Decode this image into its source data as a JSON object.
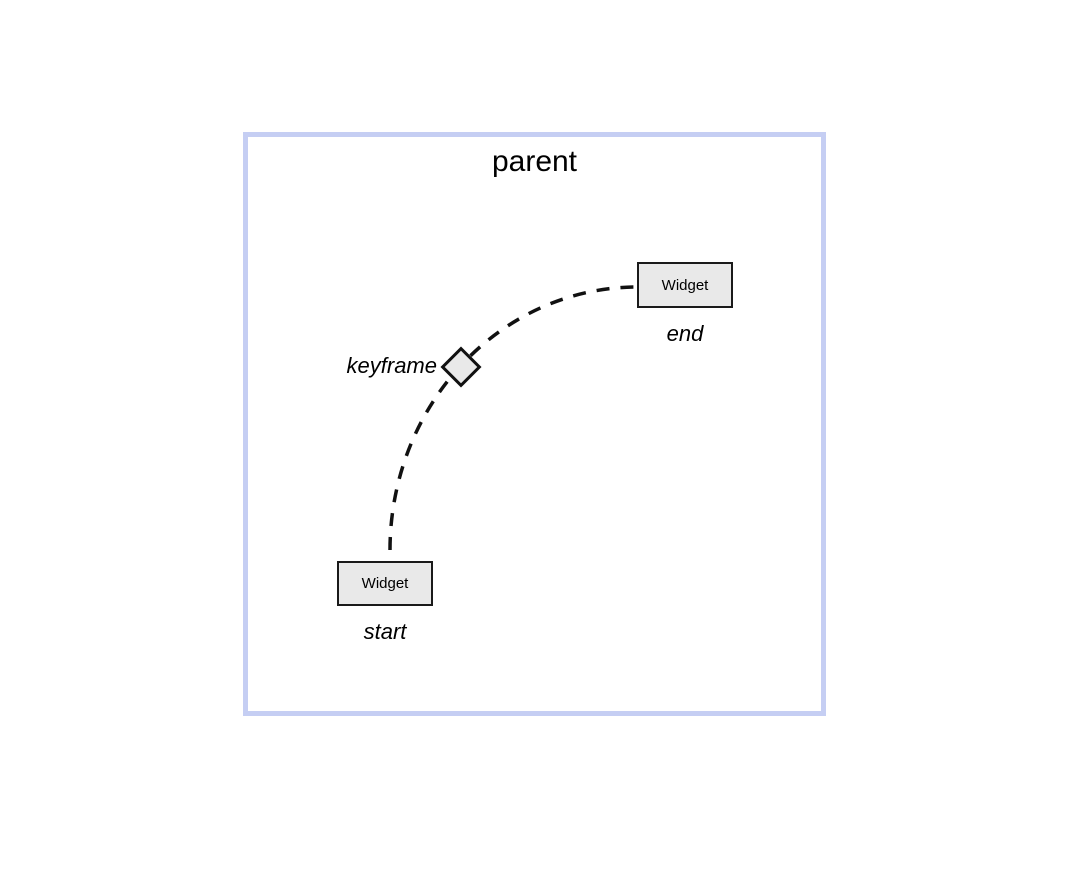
{
  "diagram": {
    "title": "parent",
    "nodes": {
      "start": {
        "label": "Widget",
        "caption": "start"
      },
      "end": {
        "label": "Widget",
        "caption": "end"
      }
    },
    "keyframe": {
      "label": "keyframe",
      "marker": "diamond-icon"
    },
    "path": {
      "style": "dashed",
      "from": "start",
      "to": "end"
    },
    "colors": {
      "parent_border": "#c5cef3",
      "node_fill": "#e9e9e9",
      "node_border": "#1a1a1a",
      "path_color": "#111111",
      "background": "#ffffff"
    }
  }
}
